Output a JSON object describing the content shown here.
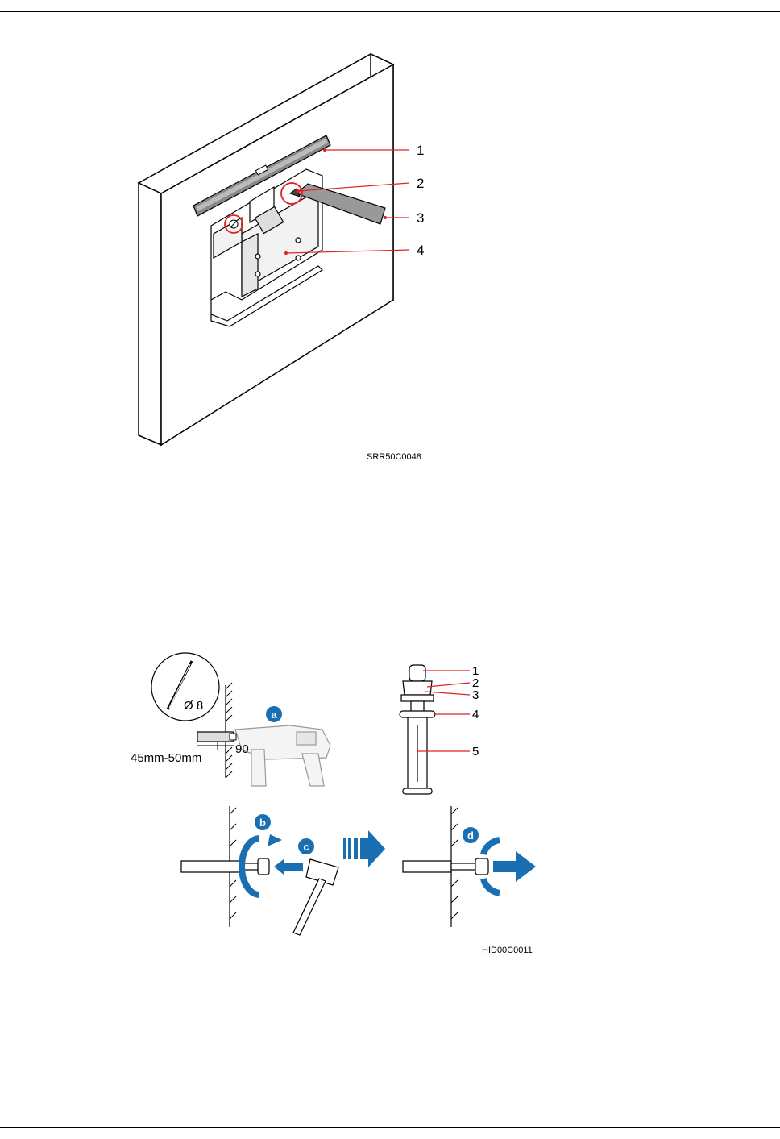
{
  "figure1": {
    "callouts": [
      "1",
      "2",
      "3",
      "4"
    ],
    "code": "SRR50C0048"
  },
  "figure2": {
    "drill_bit_diameter": "Ø 8",
    "angle": "90",
    "depth_range": "45mm-50mm",
    "bolt_callouts": [
      "1",
      "2",
      "3",
      "4",
      "5"
    ],
    "steps": [
      "a",
      "b",
      "c",
      "d"
    ],
    "code": "HID00C0011",
    "colors": {
      "step_blue": "#1a6fb3",
      "arrow_blue": "#1a6fb3"
    }
  }
}
